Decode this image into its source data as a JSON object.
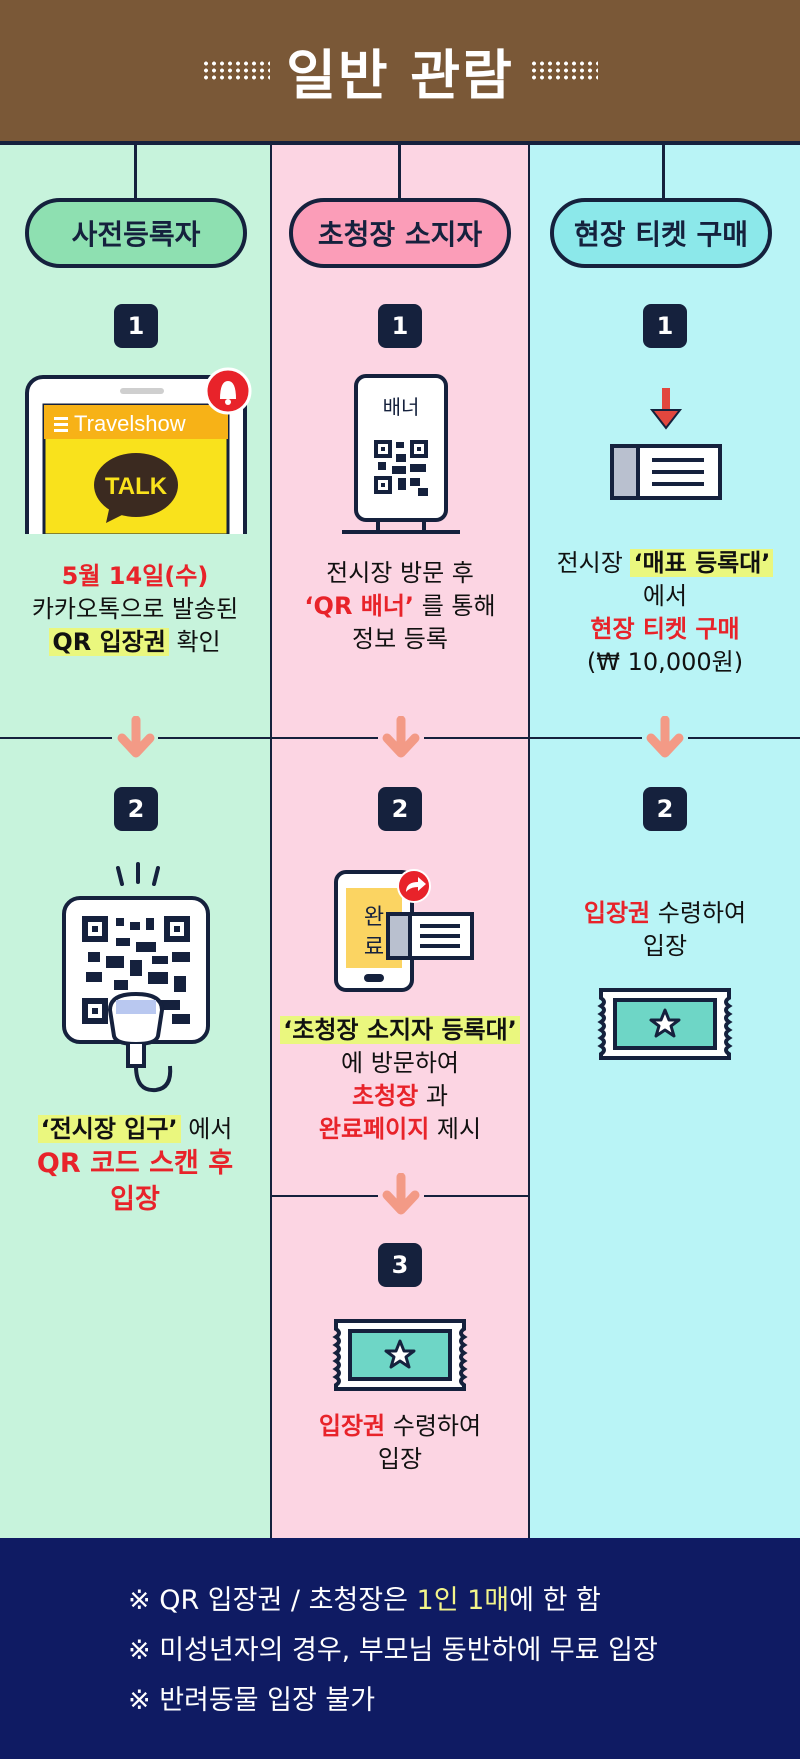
{
  "header": {
    "title": "일반 관람"
  },
  "columns": {
    "preregistered": {
      "title": "사전등록자",
      "step1": {
        "num": "1",
        "app_name": "Travelshow",
        "talk_label": "TALK",
        "date": "5월 14일(수)",
        "line2": "카카오톡으로 발송된",
        "highlight": "QR 입장권",
        "suffix": " 확인"
      },
      "step2": {
        "num": "2",
        "highlight": "‘전시장 입구’",
        "suffix": " 에서",
        "red1": "QR 코드 스캔 후",
        "red2": "입장"
      }
    },
    "invitation": {
      "title": "초청장 소지자",
      "step1": {
        "num": "1",
        "banner_label": "배너",
        "line1": "전시장 방문 후",
        "red": "‘QR 배너’",
        "suffix": " 를 통해",
        "line3": "정보 등록"
      },
      "step2": {
        "num": "2",
        "phone_label_top": "완",
        "phone_label_bottom": "료",
        "highlight": "‘초청장 소지자 등록대’",
        "line2": "에 방문하여",
        "red1": "초청장",
        "suffix1": " 과",
        "red2": "완료페이지",
        "suffix2": " 제시"
      },
      "step3": {
        "num": "3",
        "red": "입장권",
        "suffix": " 수령하여",
        "line2": "입장"
      }
    },
    "onsite": {
      "title": "현장 티켓 구매",
      "step1": {
        "num": "1",
        "prefix": "전시장 ",
        "highlight": "‘매표 등록대’",
        "line2": "에서",
        "red": "현장 티켓 구매",
        "price": "(₩ 10,000원)"
      },
      "step2": {
        "num": "2",
        "red": "입장권",
        "suffix": " 수령하여",
        "line2": "입장"
      }
    }
  },
  "footer": {
    "note1_prefix": "※ QR 입장권 / 초청장은 ",
    "note1_highlight": "1인 1매",
    "note1_suffix": "에 한 함",
    "note2": "※ 미성년자의 경우, 부모님 동반하에 무료 입장",
    "note3": "※ 반려동물 입장 불가"
  },
  "colors": {
    "header_bg": "#7a5837",
    "navy": "#15213d",
    "footer_bg": "#0f1b63",
    "red": "#e8232a",
    "highlight": "#eaf77e",
    "green_col": "#c7f3dc",
    "pink_col": "#fcd5e3",
    "cyan_col": "#b9f4f6",
    "arrow": "#f39a86"
  }
}
